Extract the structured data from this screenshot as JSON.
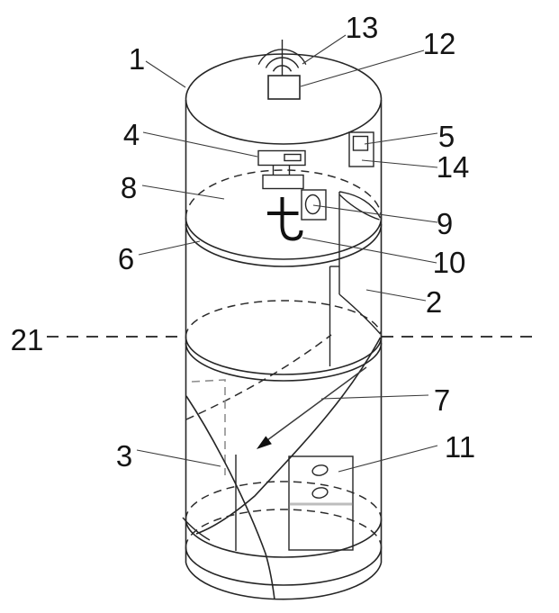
{
  "figure": {
    "kind": "patent-line-drawing",
    "background": "#ffffff",
    "stroke_color": "#262626",
    "hidden_line_color": "#8f8f8f",
    "accent_line_color": "#bdbdbd",
    "label_color": "#141414"
  },
  "icons": {
    "signal_waves": "signal-waves-icon",
    "flow_arrow": "flow-arrow-icon"
  },
  "labels": {
    "n1": {
      "text": "1"
    },
    "n2": {
      "text": "2"
    },
    "n3": {
      "text": "3"
    },
    "n4": {
      "text": "4"
    },
    "n5": {
      "text": "5"
    },
    "n6": {
      "text": "6"
    },
    "n7": {
      "text": "7"
    },
    "n8": {
      "text": "8"
    },
    "n9": {
      "text": "9"
    },
    "n10": {
      "text": "10"
    },
    "n11": {
      "text": "11"
    },
    "n12": {
      "text": "12"
    },
    "n13": {
      "text": "13"
    },
    "n14": {
      "text": "14"
    },
    "n21": {
      "text": "21"
    }
  }
}
